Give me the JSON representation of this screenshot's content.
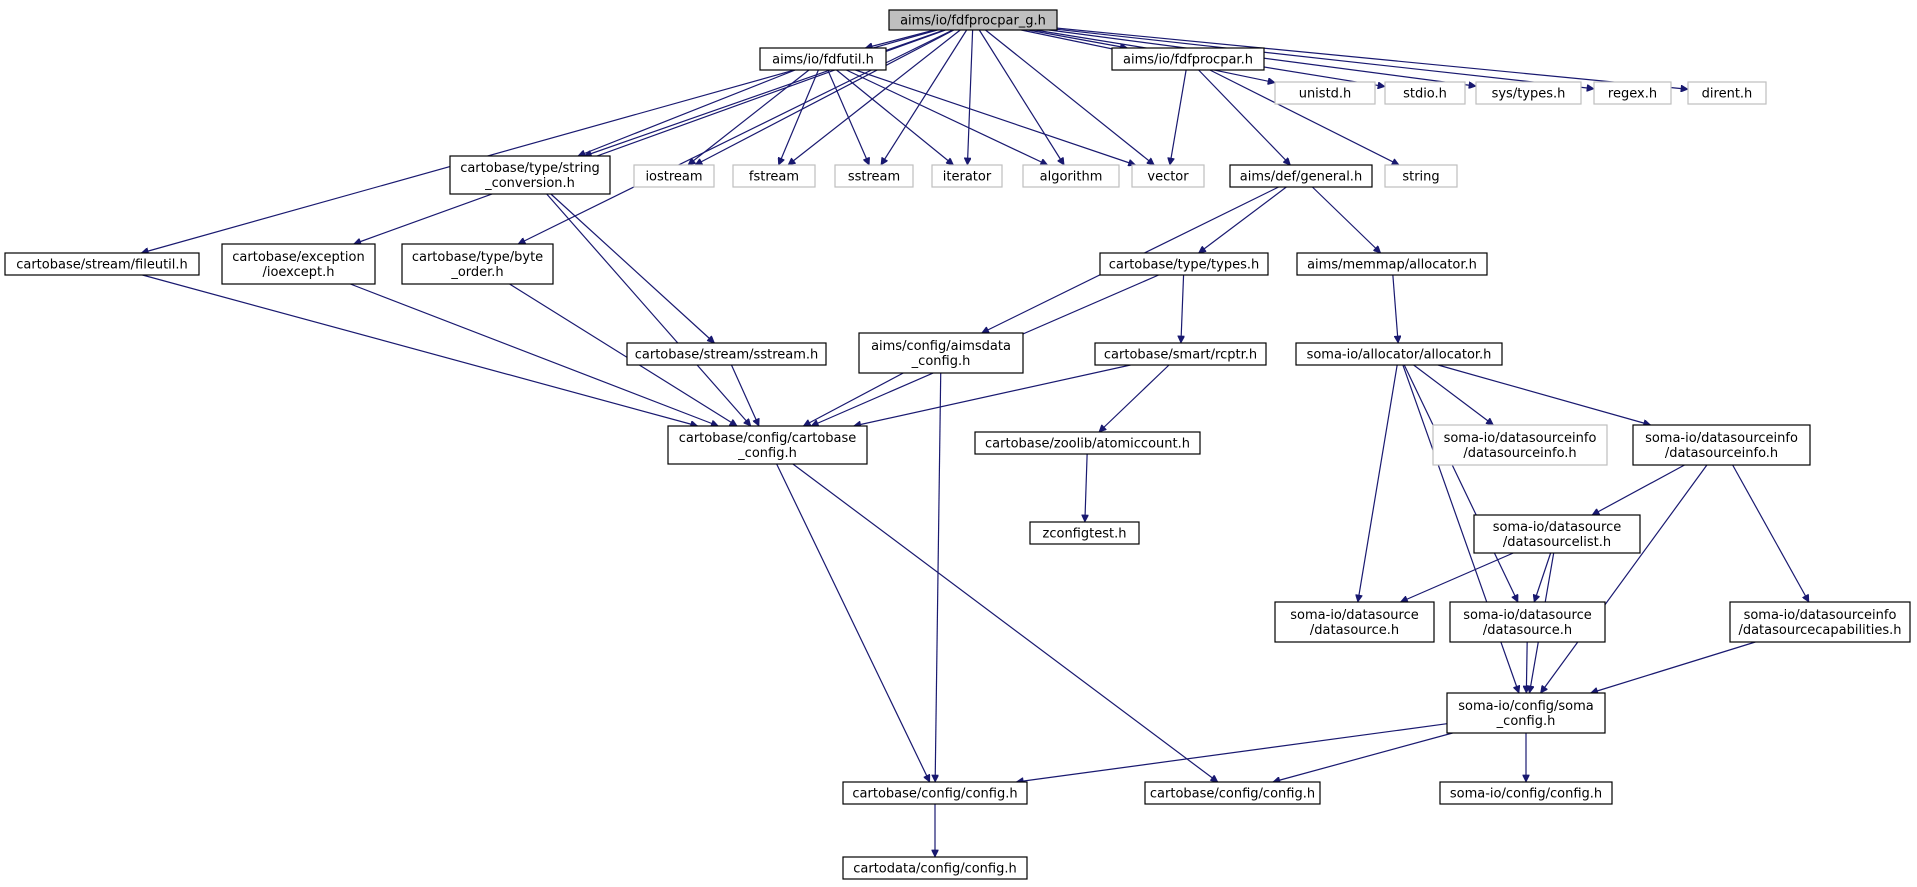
{
  "nodes": [
    {
      "id": "root",
      "lines": [
        "aims/io/fdfprocpar_g.h"
      ],
      "kind": "root"
    },
    {
      "id": "fdfutil",
      "lines": [
        "aims/io/fdfutil.h"
      ],
      "kind": "doc"
    },
    {
      "id": "fdfprocpar",
      "lines": [
        "aims/io/fdfprocpar.h"
      ],
      "kind": "doc"
    },
    {
      "id": "unistd",
      "lines": [
        "unistd.h"
      ],
      "kind": "sys"
    },
    {
      "id": "stdio",
      "lines": [
        "stdio.h"
      ],
      "kind": "sys"
    },
    {
      "id": "systypes",
      "lines": [
        "sys/types.h"
      ],
      "kind": "sys"
    },
    {
      "id": "regex",
      "lines": [
        "regex.h"
      ],
      "kind": "sys"
    },
    {
      "id": "dirent",
      "lines": [
        "dirent.h"
      ],
      "kind": "sys"
    },
    {
      "id": "strconv",
      "lines": [
        "cartobase/type/string",
        "_conversion.h"
      ],
      "kind": "doc"
    },
    {
      "id": "iostream",
      "lines": [
        "iostream"
      ],
      "kind": "sys"
    },
    {
      "id": "fstream",
      "lines": [
        "fstream"
      ],
      "kind": "sys"
    },
    {
      "id": "sstream",
      "lines": [
        "sstream"
      ],
      "kind": "sys"
    },
    {
      "id": "iterator",
      "lines": [
        "iterator"
      ],
      "kind": "sys"
    },
    {
      "id": "algorithm",
      "lines": [
        "algorithm"
      ],
      "kind": "sys"
    },
    {
      "id": "vector",
      "lines": [
        "vector"
      ],
      "kind": "sys"
    },
    {
      "id": "general",
      "lines": [
        "aims/def/general.h"
      ],
      "kind": "doc"
    },
    {
      "id": "string",
      "lines": [
        "string"
      ],
      "kind": "sys"
    },
    {
      "id": "fileutil",
      "lines": [
        "cartobase/stream/fileutil.h"
      ],
      "kind": "doc"
    },
    {
      "id": "ioexcept",
      "lines": [
        "cartobase/exception",
        "/ioexcept.h"
      ],
      "kind": "doc"
    },
    {
      "id": "byteorder",
      "lines": [
        "cartobase/type/byte",
        "_order.h"
      ],
      "kind": "doc"
    },
    {
      "id": "types",
      "lines": [
        "cartobase/type/types.h"
      ],
      "kind": "doc"
    },
    {
      "id": "memalloc",
      "lines": [
        "aims/memmap/allocator.h"
      ],
      "kind": "doc"
    },
    {
      "id": "cbsstream",
      "lines": [
        "cartobase/stream/sstream.h"
      ],
      "kind": "doc"
    },
    {
      "id": "aimsdata",
      "lines": [
        "aims/config/aimsdata",
        "_config.h"
      ],
      "kind": "doc"
    },
    {
      "id": "rcptr",
      "lines": [
        "cartobase/smart/rcptr.h"
      ],
      "kind": "doc"
    },
    {
      "id": "somaalloc",
      "lines": [
        "soma-io/allocator/allocator.h"
      ],
      "kind": "doc"
    },
    {
      "id": "cbconfig",
      "lines": [
        "cartobase/config/cartobase",
        "_config.h"
      ],
      "kind": "doc"
    },
    {
      "id": "atomic",
      "lines": [
        "cartobase/zoolib/atomiccount.h"
      ],
      "kind": "doc"
    },
    {
      "id": "dsinfo1",
      "lines": [
        "soma-io/datasourceinfo",
        "/datasourceinfo.h"
      ],
      "kind": "sys"
    },
    {
      "id": "dsinfo2",
      "lines": [
        "soma-io/datasourceinfo",
        "/datasourceinfo.h"
      ],
      "kind": "doc"
    },
    {
      "id": "zconfig",
      "lines": [
        "zconfigtest.h"
      ],
      "kind": "doc"
    },
    {
      "id": "dslist",
      "lines": [
        "soma-io/datasource",
        "/datasourcelist.h"
      ],
      "kind": "doc"
    },
    {
      "id": "ds1",
      "lines": [
        "soma-io/datasource",
        "/datasource.h"
      ],
      "kind": "doc"
    },
    {
      "id": "ds2",
      "lines": [
        "soma-io/datasource",
        "/datasource.h"
      ],
      "kind": "doc"
    },
    {
      "id": "dscap",
      "lines": [
        "soma-io/datasourceinfo",
        "/datasourcecapabilities.h"
      ],
      "kind": "doc"
    },
    {
      "id": "somaconfig",
      "lines": [
        "soma-io/config/soma",
        "_config.h"
      ],
      "kind": "doc"
    },
    {
      "id": "cbcfg1",
      "lines": [
        "cartobase/config/config.h"
      ],
      "kind": "doc"
    },
    {
      "id": "cbcfg2",
      "lines": [
        "cartobase/config/config.h"
      ],
      "kind": "doc"
    },
    {
      "id": "somacfg",
      "lines": [
        "soma-io/config/config.h"
      ],
      "kind": "doc"
    },
    {
      "id": "cdconfig",
      "lines": [
        "cartodata/config/config.h"
      ],
      "kind": "doc"
    }
  ],
  "edges": [
    [
      "root",
      "fdfutil"
    ],
    [
      "root",
      "fdfprocpar"
    ],
    [
      "root",
      "unistd"
    ],
    [
      "root",
      "stdio"
    ],
    [
      "root",
      "systypes"
    ],
    [
      "root",
      "regex"
    ],
    [
      "root",
      "dirent"
    ],
    [
      "root",
      "strconv"
    ],
    [
      "root",
      "iostream"
    ],
    [
      "root",
      "fstream"
    ],
    [
      "root",
      "sstream"
    ],
    [
      "root",
      "iterator"
    ],
    [
      "root",
      "algorithm"
    ],
    [
      "root",
      "vector"
    ],
    [
      "root",
      "fileutil"
    ],
    [
      "root",
      "ioexcept"
    ],
    [
      "root",
      "byteorder"
    ],
    [
      "fdfutil",
      "strconv"
    ],
    [
      "fdfutil",
      "iostream"
    ],
    [
      "fdfutil",
      "fstream"
    ],
    [
      "fdfutil",
      "sstream"
    ],
    [
      "fdfutil",
      "iterator"
    ],
    [
      "fdfutil",
      "algorithm"
    ],
    [
      "fdfutil",
      "vector"
    ],
    [
      "fdfprocpar",
      "vector"
    ],
    [
      "fdfprocpar",
      "general"
    ],
    [
      "fdfprocpar",
      "string"
    ],
    [
      "strconv",
      "cbsstream"
    ],
    [
      "strconv",
      "cbconfig"
    ],
    [
      "general",
      "aimsdata"
    ],
    [
      "general",
      "types"
    ],
    [
      "general",
      "memalloc"
    ],
    [
      "fileutil",
      "cbconfig"
    ],
    [
      "ioexcept",
      "cbconfig"
    ],
    [
      "byteorder",
      "cbconfig"
    ],
    [
      "types",
      "cbconfig"
    ],
    [
      "types",
      "rcptr"
    ],
    [
      "memalloc",
      "somaalloc"
    ],
    [
      "cbsstream",
      "cbconfig"
    ],
    [
      "aimsdata",
      "cbconfig"
    ],
    [
      "aimsdata",
      "cbcfg1"
    ],
    [
      "rcptr",
      "cbconfig"
    ],
    [
      "rcptr",
      "atomic"
    ],
    [
      "atomic",
      "zconfig"
    ],
    [
      "somaalloc",
      "dsinfo1"
    ],
    [
      "somaalloc",
      "dsinfo2"
    ],
    [
      "somaalloc",
      "ds1"
    ],
    [
      "somaalloc",
      "ds2"
    ],
    [
      "somaalloc",
      "somaconfig"
    ],
    [
      "dsinfo2",
      "dslist"
    ],
    [
      "dsinfo2",
      "dscap"
    ],
    [
      "dsinfo2",
      "somaconfig"
    ],
    [
      "dslist",
      "ds1"
    ],
    [
      "dslist",
      "ds2"
    ],
    [
      "dslist",
      "somaconfig"
    ],
    [
      "ds2",
      "somaconfig"
    ],
    [
      "dscap",
      "somaconfig"
    ],
    [
      "cbconfig",
      "cbcfg1"
    ],
    [
      "cbconfig",
      "cbcfg2"
    ],
    [
      "somaconfig",
      "cbcfg1"
    ],
    [
      "somaconfig",
      "cbcfg2"
    ],
    [
      "somaconfig",
      "somacfg"
    ],
    [
      "cbcfg1",
      "cdconfig"
    ]
  ]
}
